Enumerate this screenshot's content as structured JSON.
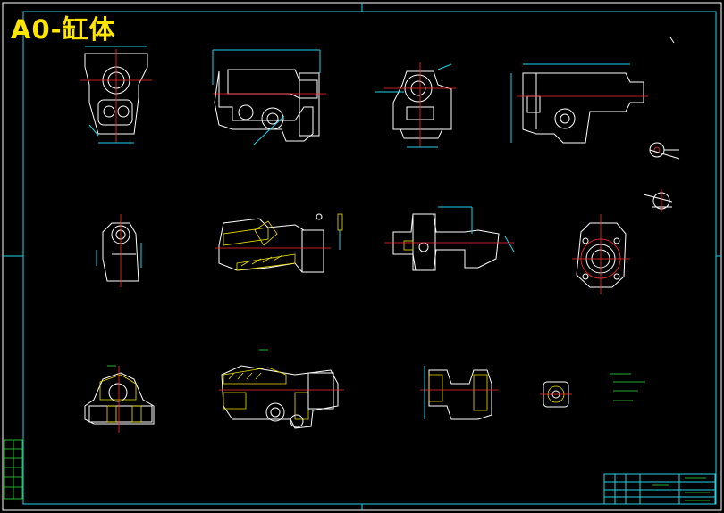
{
  "title": "A0-缸体",
  "colors": {
    "background": "#000000",
    "title": "#ffe600",
    "geometry": "#ffffff",
    "dimension": "#22d3e6",
    "centerline": "#ff2a2a",
    "hatch": "#f0e000",
    "notes": "#2fe63a"
  },
  "views": [
    "front-view",
    "side-section-view",
    "rear-view",
    "top-view",
    "section-b-view",
    "section-c-view",
    "section-d-view",
    "flange-view",
    "section-e-view",
    "longitudinal-section-view",
    "partial-section-view",
    "detail-section-view"
  ]
}
